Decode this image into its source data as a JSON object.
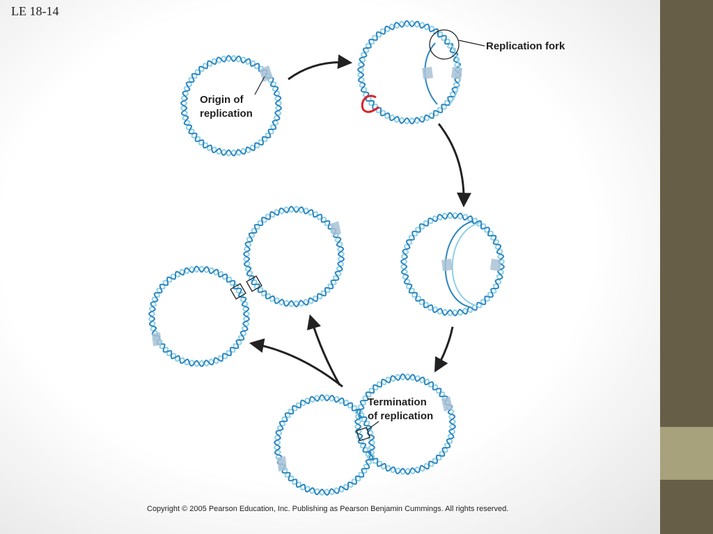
{
  "slide": {
    "title": "LE 18-14"
  },
  "colors": {
    "strand_dark": "#2b86c0",
    "strand_light": "#8fd0e6",
    "origin_marker": "#a9c2d6",
    "replicase": "#d9232b",
    "sidebar": "#675e48",
    "sidebar_accent": "#a7a27c"
  },
  "labels": {
    "origin_line1": "Origin of",
    "origin_line2": "replication",
    "fork": "Replication fork",
    "termination_line1": "Termination",
    "termination_line2": "of replication"
  },
  "copyright": "Copyright ©  2005 Pearson Education, Inc. Publishing as Pearson Benjamin Cummings. All rights reserved."
}
